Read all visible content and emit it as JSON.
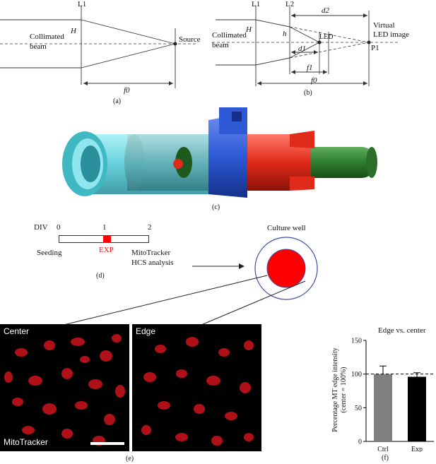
{
  "panel_a": {
    "lens": "L1",
    "beam_line1": "Collimated",
    "beam_line2": "beam",
    "height": "H",
    "source": "Source",
    "focal": "f0",
    "caption": "(a)"
  },
  "panel_b": {
    "lens1": "L1",
    "lens2": "L2",
    "beam_line1": "Collimated",
    "beam_line2": "beam",
    "height_big": "H",
    "height_small": "h",
    "d2": "d2",
    "d1": "d1",
    "led": "LED",
    "virtual_line1": "Virtual",
    "virtual_line2": "LED image",
    "p1": "P1",
    "f1": "f1",
    "f0": "f0",
    "caption": "(b)"
  },
  "panel_c": {
    "caption": "(c)"
  },
  "panel_d": {
    "div_label": "DIV",
    "tick0": "0",
    "tick1": "1",
    "tick2": "2",
    "seeding": "Seeding",
    "exp": "EXP",
    "mito_line1": "MitoTracker",
    "mito_line2": "HCS analysis",
    "culture_well": "Culture well",
    "caption": "(d)"
  },
  "panel_e": {
    "center_label": "Center",
    "edge_label": "Edge",
    "stain_label": "MitoTracker",
    "caption": "(e)"
  },
  "chart_data": {
    "type": "bar",
    "title": "Edge vs. center",
    "ylabel_line1": "Percentage MT edge intensity",
    "ylabel_line2": "(center = 100%)",
    "categories": [
      "Ctrl",
      "Exp"
    ],
    "values": [
      100,
      96
    ],
    "errors": [
      12,
      6
    ],
    "colors": [
      "#808080",
      "#000000"
    ],
    "ylim": [
      0,
      150
    ],
    "yticks": [
      "0",
      "50",
      "100",
      "150"
    ],
    "reference_line": 100,
    "caption": "(f)"
  },
  "colors": {
    "red": "#ff0000",
    "well_outline": "#3b4fa8",
    "cyan": "#5fd6e0",
    "blue": "#2e5ad6",
    "green": "#2e7d2e"
  }
}
